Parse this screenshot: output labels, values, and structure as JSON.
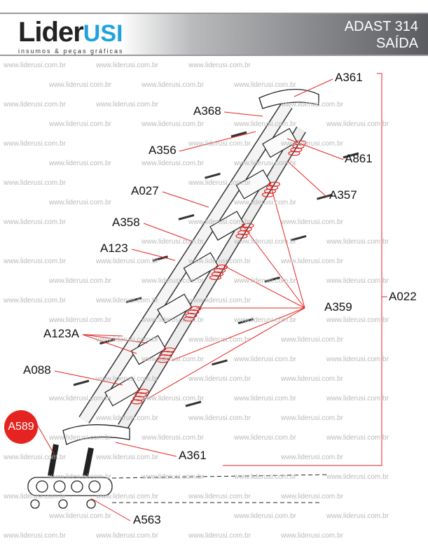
{
  "header": {
    "logo_main": "Lider",
    "logo_accent": "USI",
    "logo_tagline": "insumos & peças gráficas",
    "title_line1": "ADAST 314",
    "title_line2": "SAÍDA"
  },
  "watermark": "www.liderusi.com.br",
  "colors": {
    "accent": "#1ea3de",
    "callout": "#e52421",
    "leader": "#e52421"
  },
  "labels": {
    "a361_top": "A361",
    "a368": "A368",
    "a356": "A356",
    "a861": "A861",
    "a357": "A357",
    "a027": "A027",
    "a358": "A358",
    "a123": "A123",
    "a359": "A359",
    "a022": "A022",
    "a123a": "A123A",
    "a088": "A088",
    "a589": "A589",
    "a361_bottom": "A361",
    "a563": "A563"
  }
}
